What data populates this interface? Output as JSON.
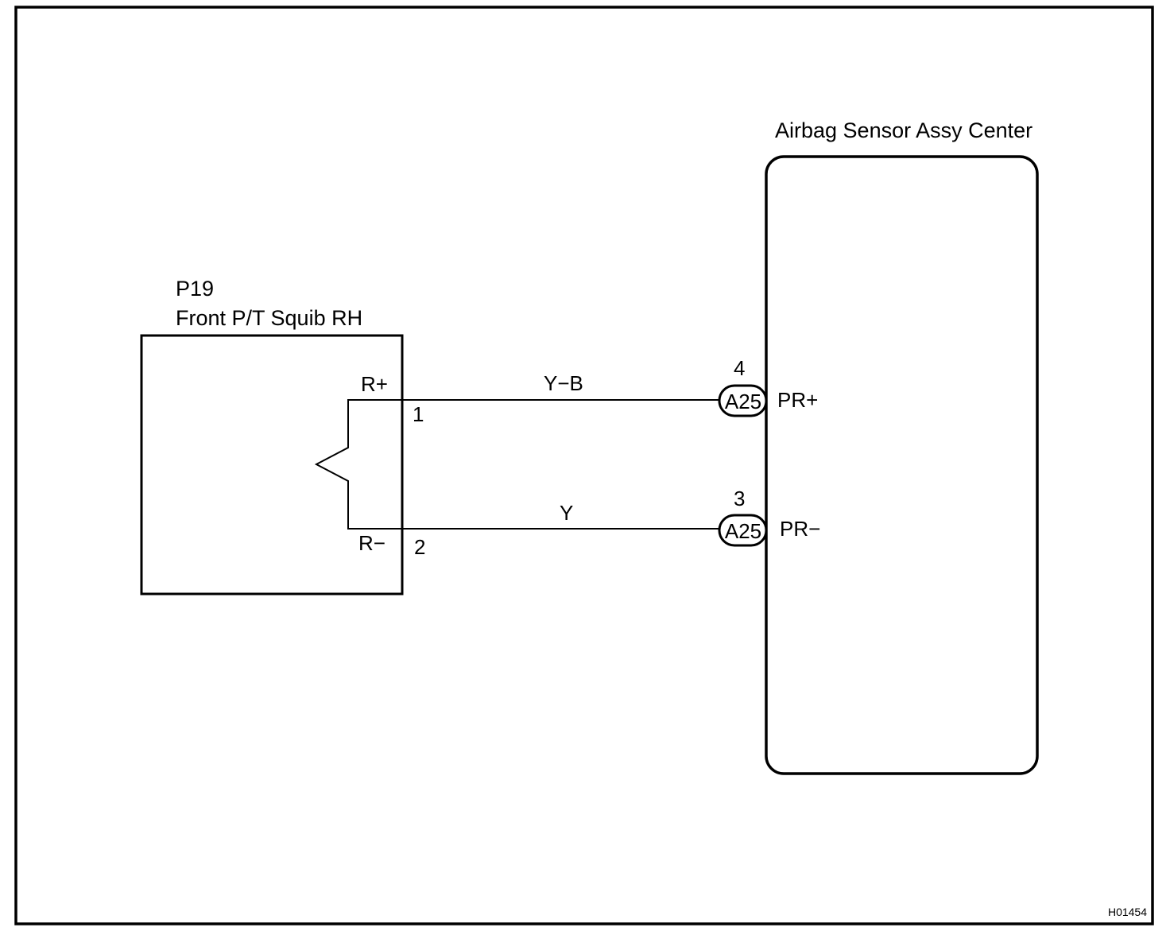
{
  "figure_id": "H01454",
  "components": {
    "squib": {
      "code": "P19",
      "name": "Front P/T Squib RH",
      "terminals": [
        {
          "label": "R+",
          "pin": "1"
        },
        {
          "label": "R−",
          "pin": "2"
        }
      ]
    },
    "sensor": {
      "name": "Airbag Sensor Assy Center",
      "terminals": [
        {
          "connector": "A25",
          "pin": "4",
          "label": "PR+"
        },
        {
          "connector": "A25",
          "pin": "3",
          "label": "PR−"
        }
      ]
    }
  },
  "wires": [
    {
      "color": "Y−B"
    },
    {
      "color": "Y"
    }
  ]
}
